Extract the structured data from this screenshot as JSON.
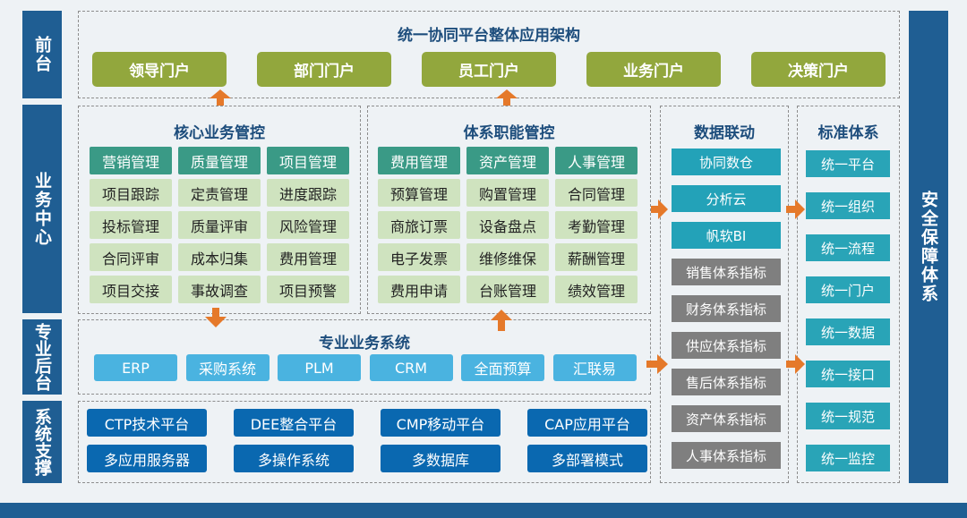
{
  "side_labels": {
    "front": "前台",
    "business": "业务中心",
    "backend": "专业后台",
    "support": "系统支撑",
    "security": "安全保障体系"
  },
  "front": {
    "title": "统一协同平台整体应用架构",
    "portals": [
      "领导门户",
      "部门门户",
      "员工门户",
      "业务门户",
      "决策门户"
    ]
  },
  "core": {
    "title": "核心业务管控",
    "rows": [
      [
        "营销管理",
        "质量管理",
        "项目管理"
      ],
      [
        "项目跟踪",
        "定责管理",
        "进度跟踪"
      ],
      [
        "投标管理",
        "质量评审",
        "风险管理"
      ],
      [
        "合同评审",
        "成本归集",
        "费用管理"
      ],
      [
        "项目交接",
        "事故调查",
        "项目预警"
      ]
    ]
  },
  "func": {
    "title": "体系职能管控",
    "rows": [
      [
        "费用管理",
        "资产管理",
        "人事管理"
      ],
      [
        "预算管理",
        "购置管理",
        "合同管理"
      ],
      [
        "商旅订票",
        "设备盘点",
        "考勤管理"
      ],
      [
        "电子发票",
        "维修维保",
        "薪酬管理"
      ],
      [
        "费用申请",
        "台账管理",
        "绩效管理"
      ]
    ]
  },
  "data_link": {
    "title": "数据联动",
    "items": [
      "协同数仓",
      "分析云",
      "帆软BI",
      "销售体系指标",
      "财务体系指标",
      "供应体系指标",
      "售后体系指标",
      "资产体系指标",
      "人事体系指标"
    ]
  },
  "standard": {
    "title": "标准体系",
    "items": [
      "统一平台",
      "统一组织",
      "统一流程",
      "统一门户",
      "统一数据",
      "统一接口",
      "统一规范",
      "统一监控"
    ]
  },
  "backend": {
    "title": "专业业务系统",
    "items": [
      "ERP",
      "采购系统",
      "PLM",
      "CRM",
      "全面预算",
      "汇联易"
    ]
  },
  "support": {
    "row1": [
      "CTP技术平台",
      "DEE整合平台",
      "CMP移动平台",
      "CAP应用平台"
    ],
    "row2": [
      "多应用服务器",
      "多操作系统",
      "多数据库",
      "多部署模式"
    ]
  },
  "colors": {
    "side": "#1f5e93",
    "portal": "#92a73d",
    "core_dark": "#3a9a86",
    "core_light": "#cfe3bf",
    "teal": "#23a2b8",
    "grey": "#7f7f7f",
    "light_blue": "#4ab3e0",
    "dark_blue": "#0a68b0",
    "arrow": "#e5792a"
  }
}
